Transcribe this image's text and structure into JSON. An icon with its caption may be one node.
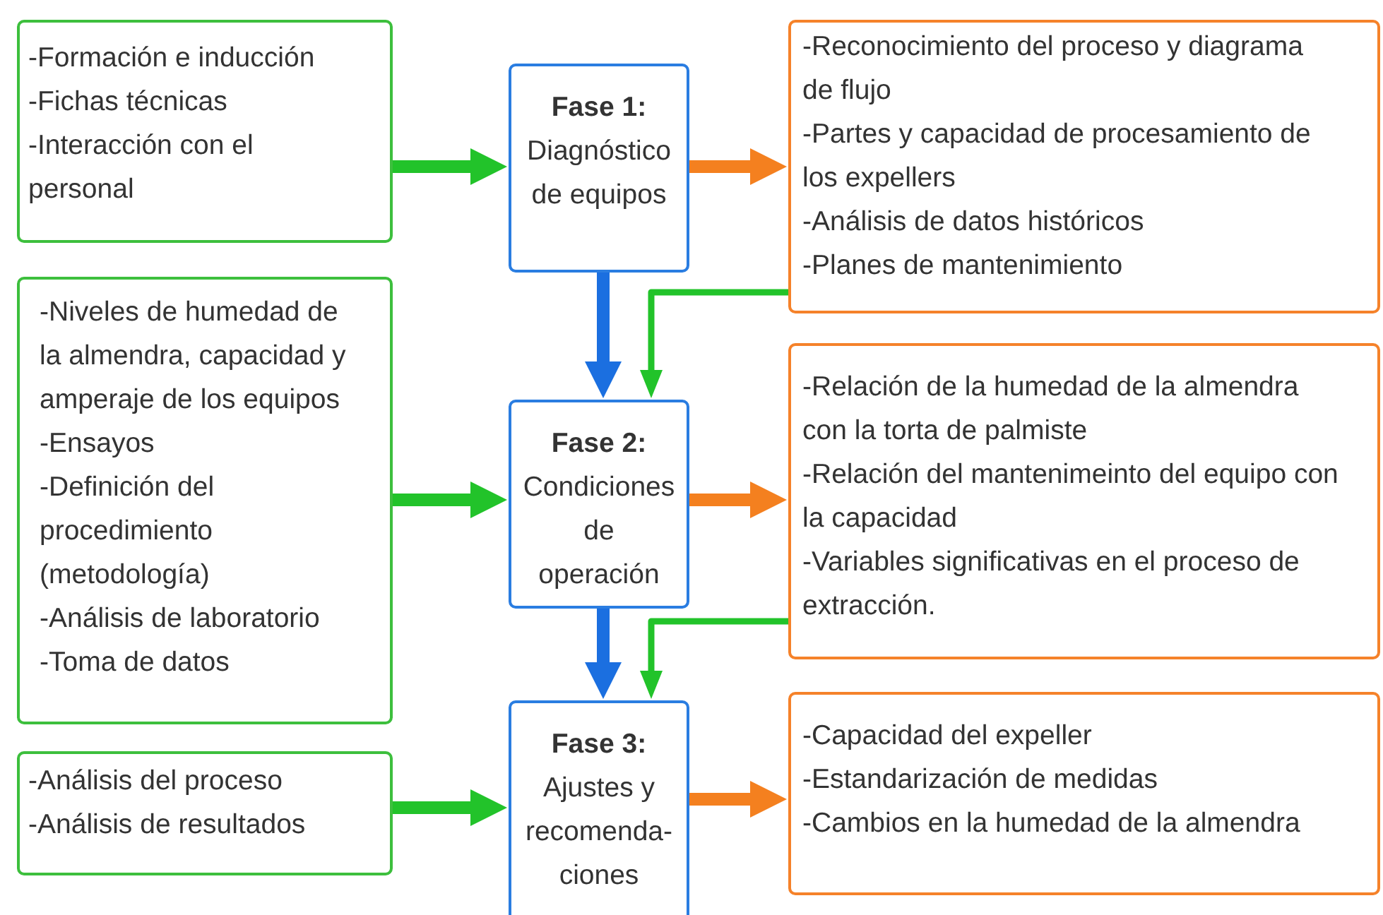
{
  "diagram": {
    "nodes": [
      {
        "text": [
          "-Formación e inducción",
          "-Fichas técnicas",
          "-Interacción con el personal"
        ]
      },
      {
        "text": [
          "Fase 1:",
          "Diagnóstico de equipos"
        ]
      },
      {
        "text": [
          "-Reconocimiento del proceso y diagrama de flujo",
          "-Partes y capacidad de procesamiento de los expellers",
          "-Análisis de datos históricos",
          "-Planes de mantenimiento"
        ]
      },
      {
        "text": [
          "-Niveles de humedad de la almendra, capacidad y amperaje de los equipos",
          "-Ensayos",
          "-Definición del procedimiento (metodología)",
          "-Análisis de laboratorio",
          "-Toma de datos"
        ]
      },
      {
        "text": [
          "Fase 2:",
          "Condiciones de operación"
        ]
      },
      {
        "text": [
          "-Relación de la humedad de la almendra con la torta de palmiste",
          "-Relación del mantenimeinto del equipo con la capacidad",
          "-Variables significativas en el proceso de extracción."
        ]
      },
      {
        "text": [
          "-Análisis del proceso",
          "-Análisis de resultados"
        ]
      },
      {
        "text": [
          "Fase 3:",
          "Ajustes y recomenda- ciones"
        ]
      },
      {
        "text": [
          "-Capacidad del expeller",
          "-Estandarización de medidas",
          "-Cambios en la humedad de la almendra"
        ]
      }
    ],
    "edges": [
      {
        "from": 0,
        "to": 1,
        "arrow": "to"
      },
      {
        "from": 1,
        "to": 2,
        "arrow": "to",
        "color": "#f4801f"
      },
      {
        "from": 1,
        "to": 4,
        "arrow": "to",
        "color": "#1b6fe0"
      },
      {
        "from": 2,
        "to": 4,
        "arrow": "to"
      },
      {
        "from": 3,
        "to": 4,
        "arrow": "to"
      },
      {
        "from": 4,
        "to": 5,
        "arrow": "to",
        "color": "#f4801f"
      },
      {
        "from": 4,
        "to": 7,
        "arrow": "to",
        "color": "#1b6fe0"
      },
      {
        "from": 5,
        "to": 7,
        "arrow": "to"
      },
      {
        "from": 6,
        "to": 7,
        "arrow": "to"
      },
      {
        "from": 7,
        "to": 8,
        "arrow": "to",
        "color": "#f4801f"
      }
    ]
  }
}
